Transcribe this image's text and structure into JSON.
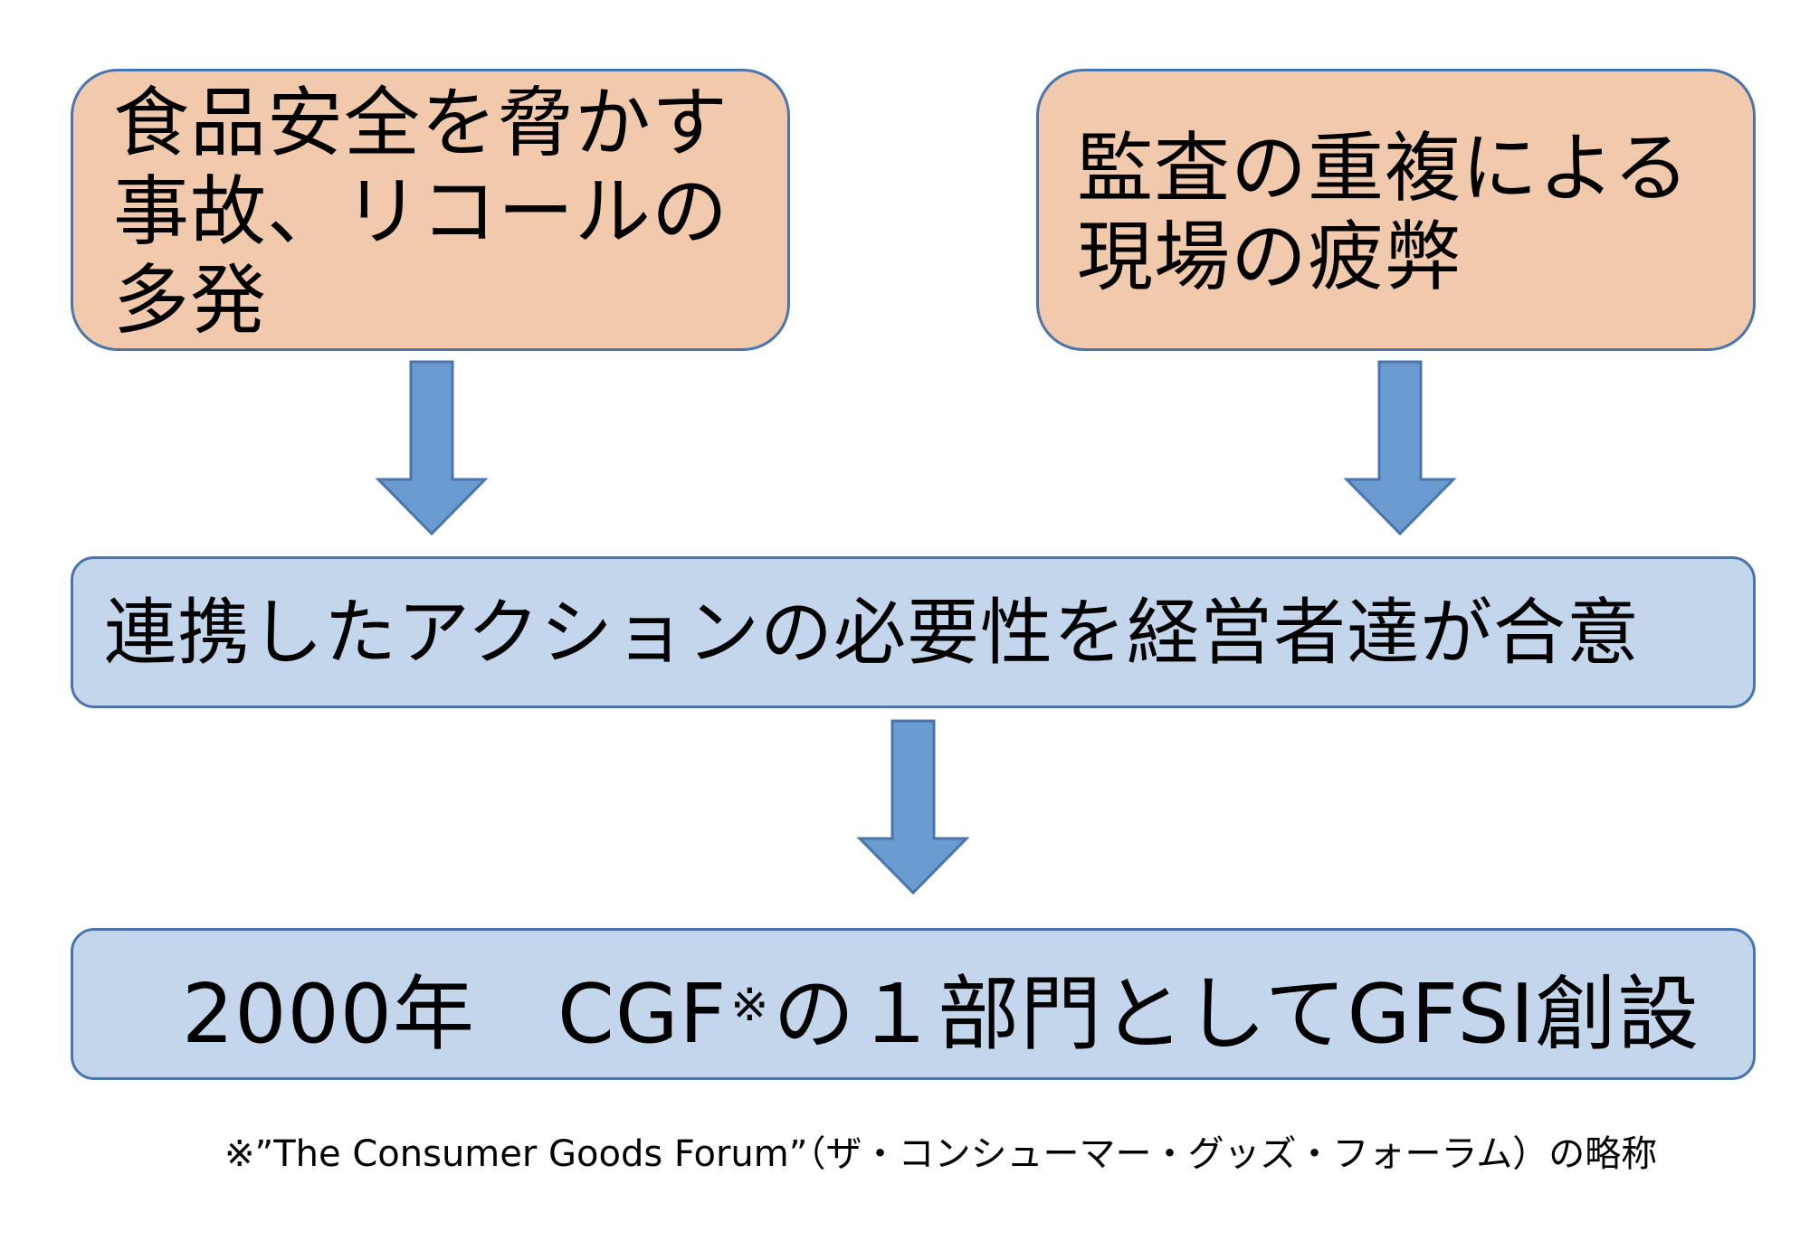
{
  "diagram": {
    "top_left_box": "食品安全を脅かす\n事故、リコールの\n多発",
    "top_right_box": "監査の重複による\n現場の疲弊",
    "middle_box": "連携したアクションの必要性を経営者達が合意",
    "bottom_box": {
      "prefix": "2000年　CGF",
      "note_mark": "※",
      "suffix": "の１部門としてGFSI創設"
    },
    "footnote": "※”The Consumer Goods Forum”（ザ・コンシューマー・グッズ・フォーラム）の略称"
  },
  "colors": {
    "top_box_fill": "#f1c9ad",
    "wide_box_fill": "#c3d6ec",
    "box_border": "#4a74ac",
    "arrow_fill": "#6a9bd1",
    "arrow_stroke": "#4a74ac"
  }
}
